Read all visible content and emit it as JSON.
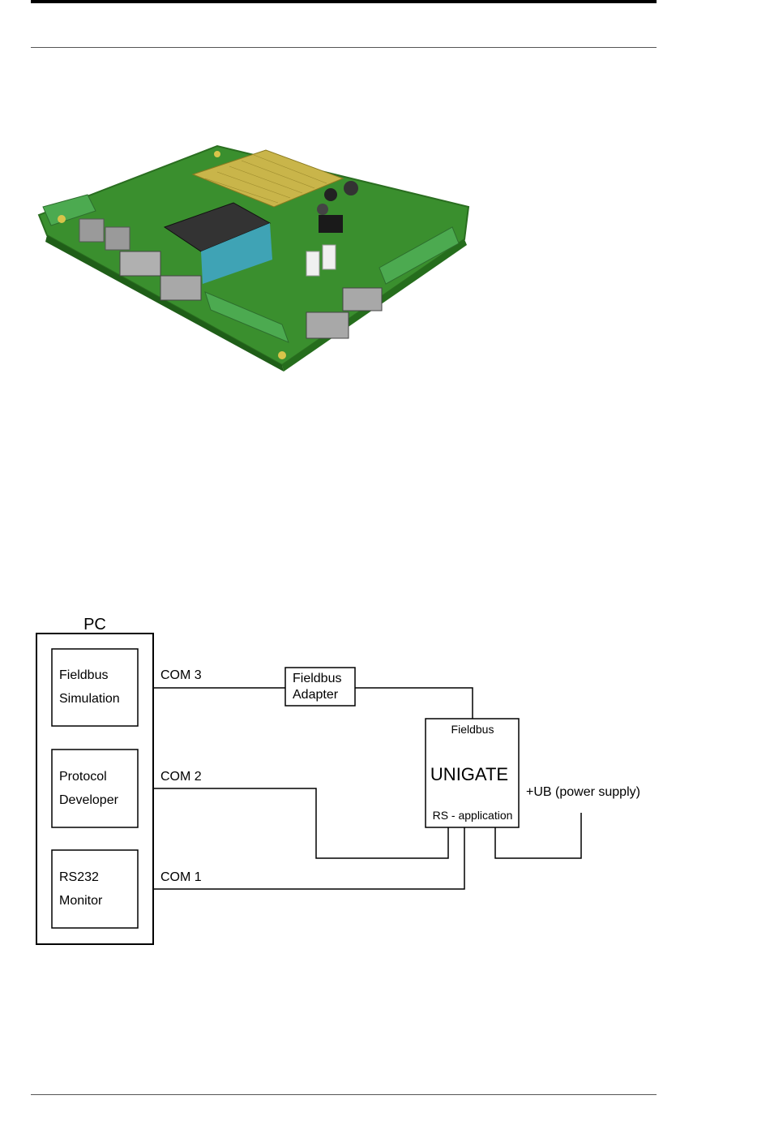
{
  "diagram": {
    "pc_label": "PC",
    "modules": [
      {
        "line1": "Fieldbus",
        "line2": "Simulation"
      },
      {
        "line1": "Protocol",
        "line2": "Developer"
      },
      {
        "line1": "RS232",
        "line2": "Monitor"
      }
    ],
    "com_ports": [
      "COM 3",
      "COM 2",
      "COM 1"
    ],
    "adapter": {
      "line1": "Fieldbus",
      "line2": "Adapter"
    },
    "unigate": {
      "top": "Fieldbus",
      "title": "UNIGATE",
      "bottom": "RS - application"
    },
    "power_label": "+UB (power supply)"
  }
}
